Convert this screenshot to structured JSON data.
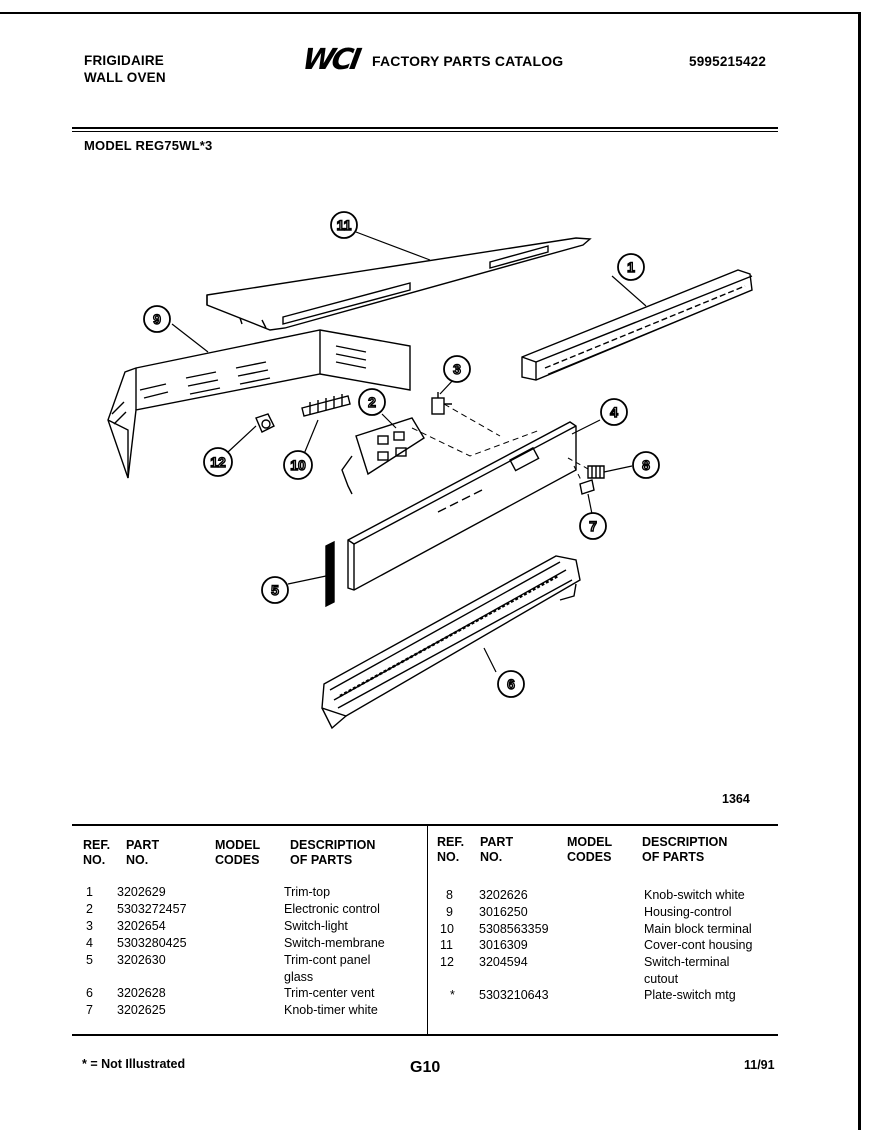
{
  "header": {
    "brand": "FRIGIDAIRE",
    "product": "WALL OVEN",
    "logo_text": "WCI",
    "catalog_title": "FACTORY PARTS CATALOG",
    "catalog_number": "5995215422",
    "model_label": "MODEL REG75WL*3"
  },
  "diagram": {
    "figure_number": "1364",
    "callouts": [
      "1",
      "2",
      "3",
      "4",
      "5",
      "6",
      "7",
      "8",
      "9",
      "10",
      "11",
      "12"
    ]
  },
  "table": {
    "headers": {
      "ref": "REF.",
      "ref2": "NO.",
      "part": "PART",
      "part2": "NO.",
      "model": "MODEL",
      "model2": "CODES",
      "desc": "DESCRIPTION",
      "desc2": "OF PARTS"
    },
    "left_rows": [
      {
        "ref": "1",
        "part": "3202629",
        "desc": "Trim-top"
      },
      {
        "ref": "2",
        "part": "5303272457",
        "desc": "Electronic control"
      },
      {
        "ref": "3",
        "part": "3202654",
        "desc": "Switch-light"
      },
      {
        "ref": "4",
        "part": "5303280425",
        "desc": "Switch-membrane"
      },
      {
        "ref": "5",
        "part": "3202630",
        "desc": "Trim-cont panel",
        "desc_cont": "glass"
      },
      {
        "ref": "6",
        "part": "3202628",
        "desc": "Trim-center vent"
      },
      {
        "ref": "7",
        "part": "3202625",
        "desc": "Knob-timer white"
      }
    ],
    "right_rows": [
      {
        "ref": "8",
        "part": "3202626",
        "desc": "Knob-switch white"
      },
      {
        "ref": "9",
        "part": "3016250",
        "desc": "Housing-control"
      },
      {
        "ref": "10",
        "part": "5308563359",
        "desc": "Main block terminal"
      },
      {
        "ref": "11",
        "part": "3016309",
        "desc": "Cover-cont housing"
      },
      {
        "ref": "12",
        "part": "3204594",
        "desc": "Switch-terminal",
        "desc_cont": "cutout"
      },
      {
        "ref": "*",
        "part": "5303210643",
        "desc": "Plate-switch mtg"
      }
    ]
  },
  "footer": {
    "note": "* = Not Illustrated",
    "page_code": "G10",
    "date": "11/91"
  }
}
